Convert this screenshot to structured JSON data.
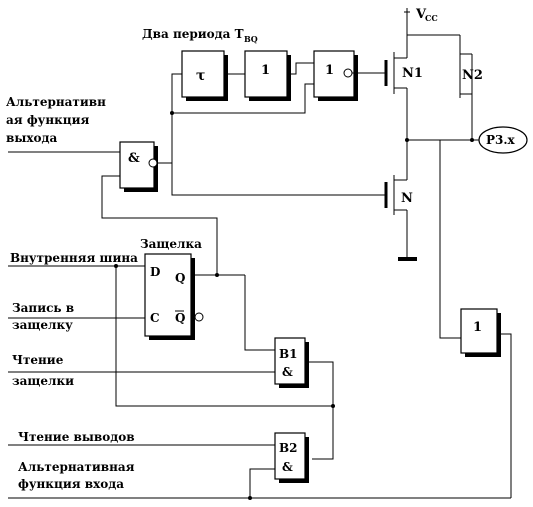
{
  "labels": {
    "two_periods": "Два периода T",
    "two_periods_sub": "BQ",
    "vcc": "V",
    "vcc_sub": "CC",
    "alt_out_1": "Альтернативн",
    "alt_out_2": "ая функция",
    "alt_out_3": "выхода",
    "latch_title": "Защелка",
    "internal_bus": "Внутренняя шина",
    "write_latch_1": "Запись в",
    "write_latch_2": "защелку",
    "read_latch_1": "Чтение",
    "read_latch_2": "защелки",
    "read_pins": "Чтение выводов",
    "alt_in_1": "Альтернативная",
    "alt_in_2": "функция  входа"
  },
  "blocks": {
    "and_out": "&",
    "delay": "τ",
    "buf1": "1",
    "inv1": "1",
    "latch_d": "D",
    "latch_c": "C",
    "latch_q": "Q",
    "latch_qn": "Q",
    "b1_name": "B1",
    "b1_sym": "&",
    "b2_name": "B2",
    "b2_sym": "&",
    "buf_in": "1"
  },
  "transistors": {
    "n1": "N1",
    "n2": "N2",
    "n": "N"
  },
  "pin": "P3.x"
}
